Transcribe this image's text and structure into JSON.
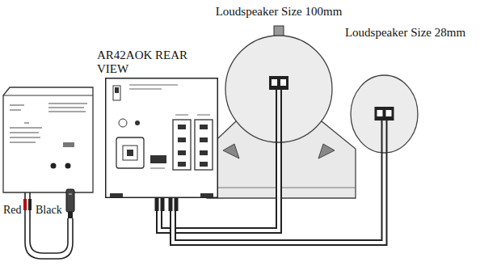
{
  "diagram": {
    "nodes": [
      {
        "text": [
          "AR42AOK REAR VIEW"
        ]
      },
      {
        "text": [
          "Loudspeaker Size 100mm"
        ]
      },
      {
        "text": [
          "Loudspeaker Size 28mm"
        ]
      }
    ],
    "edges": [
      {
        "from": 0,
        "to": 1,
        "arrow": "none"
      },
      {
        "from": 0,
        "to": 2,
        "arrow": "none"
      }
    ],
    "labels": [
      "Red",
      "Black"
    ]
  }
}
